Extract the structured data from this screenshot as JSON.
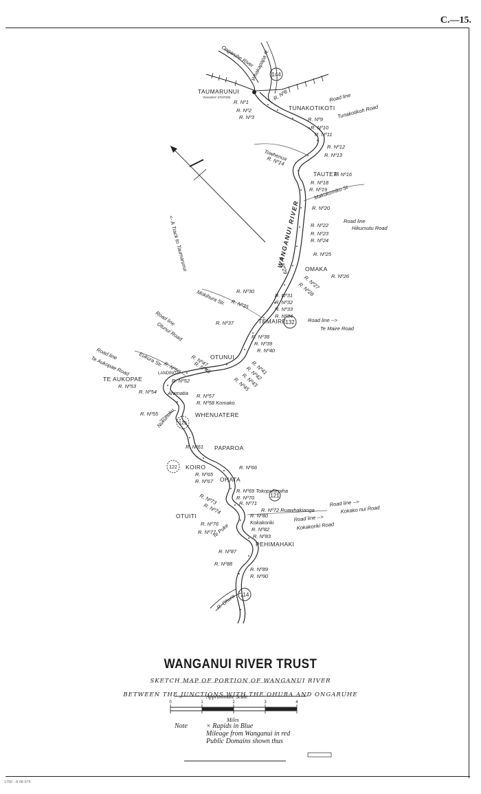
{
  "sheet_id": "C.—15.",
  "title": "WANGANUI RIVER TRUST",
  "subtitle_1": "SKETCH MAP OF PORTION OF WANGANUI RIVER",
  "subtitle_2": "BETWEEN THE JUNCTIONS WITH THE OHURA AND ONGARUHE",
  "scale": {
    "caption": "Approximate Scale",
    "ticks": [
      "0",
      "1",
      "2",
      "3",
      "4"
    ],
    "unit": "Miles"
  },
  "note": {
    "label": "Note",
    "lines": [
      "× Rapids in Blue",
      "Mileage from Wanganui in red",
      "Public Domains shown thus"
    ]
  },
  "print_ref": "1750 - 8 08 675",
  "rivers": {
    "main": "WANGANUI RIVER",
    "ongaruhe": "Ongaruhe River",
    "ohura": "R. Ohura",
    "whakapapa": "Whakapapa R."
  },
  "mileage": [
    "144",
    "132",
    "125",
    "122",
    "121",
    "114"
  ],
  "places": {
    "taumarunui": "TAUMARUNUI",
    "taumarunui_station": "RAILWAY STATION",
    "tunakotikoti": "TUNAKOTIKOTI",
    "tauteti": "TAUTETI",
    "omaka": "OMAKA",
    "temaire": "TEMAIRE",
    "otunui": "OTUNUI",
    "landing": "LANDING",
    "te_aukopae": "TE AUKOPAE",
    "whenuatere": "WHENUATERE",
    "paparoa": "PAPAROA",
    "koiro": "KOIRO",
    "ohata": "OHATA",
    "otuiti": "OTUITI",
    "pehimahaki": "PEHIMAHAKI"
  },
  "streams": {
    "towhenua": "Towhenua",
    "makokomiko": "Makokomiko St",
    "mokihua": "Mokihura Str.",
    "euhura": "Eukura Str.",
    "aramatia": "Aramatia",
    "nukunuku": "Nukunuku",
    "te_puke": "Te Puke"
  },
  "roads": {
    "tunakotikoti_line": "Road line",
    "tunakotikoti_name": "Tunakotikoh Road",
    "hikumutu_line": "Road line",
    "hikumutu_name": "Hikumutu Road",
    "temaire_line": "Road line -->",
    "temaire_name": "Te Maire Road",
    "otunui_line": "Road line",
    "otunui_name": "Otunui Road",
    "te_aukopae_line": "Road line",
    "te_aukopae_name": "Te Aukopae Road",
    "kokako_line": "Road line -->",
    "kokako_name": "Kokako nui Road",
    "kokakoriki_line": "Road line -->",
    "kokakoriki_name": "Kokakoriki Road",
    "track": "<- A Track to Taumarunui"
  },
  "rapids": {
    "r1": "R. Nº1",
    "r2": "R. Nº2",
    "r3": "R. Nº3",
    "r8": "R. Nº8",
    "r9": "R. Nº9",
    "r10": "R. Nº10",
    "r11": "R. Nº11",
    "r12": "R. Nº12",
    "r13": "R. Nº13",
    "r14": "R. Nº14",
    "r16": "R. Nº16",
    "r18": "R. Nº18",
    "r19": "R. Nº19",
    "r20": "R. Nº20",
    "r22": "R. Nº22",
    "r23": "R. Nº23",
    "r24": "R. Nº24",
    "r25": "R. Nº25",
    "r26": "R. Nº26",
    "r27": "R. Nº27",
    "r28": "R. Nº28",
    "r29": "R. Nº29",
    "r30": "R. Nº30",
    "r31": "R. Nº31",
    "r32": "R. Nº32",
    "r33": "R. Nº33",
    "r34": "R. Nº34",
    "r35": "R. Nº35",
    "r37": "R. Nº37",
    "r38": "R. Nº38",
    "r39": "R. Nº39",
    "r40": "R. Nº40",
    "r41": "R. Nº41",
    "r42": "R. Nº42",
    "r43": "R. Nº43",
    "r45": "R. Nº45",
    "r47": "R. Nº47",
    "r48": "R. Nº48",
    "r50": "R. Nº50",
    "r52": "R. Nº52",
    "r53": "R. Nº53",
    "r54": "R. Nº54",
    "r55": "R. Nº55",
    "r57": "R. Nº57",
    "r58": "R. Nº58 Komako",
    "r61": "R. Nº61",
    "r65": "R. Nº65",
    "r66": "R. Nº66",
    "r67": "R. Nº67",
    "r69": "R. Nº69 Tokopuhepiha",
    "r70": "R. Nº70",
    "r71": "R. Nº71",
    "r72": "R. Nº72 Ruawhakianga",
    "r73": "R. Nº73",
    "r74": "R. Nº74",
    "r76": "R. Nº76",
    "r77": "R. Nº77",
    "r80": "R. Nº80",
    "r80b": "Kokakoriki",
    "r82": "R. Nº82",
    "r83": "R. Nº83",
    "r87": "R. Nº87",
    "r88": "R. Nº88",
    "r89": "R. Nº89",
    "r90": "R. Nº90"
  }
}
